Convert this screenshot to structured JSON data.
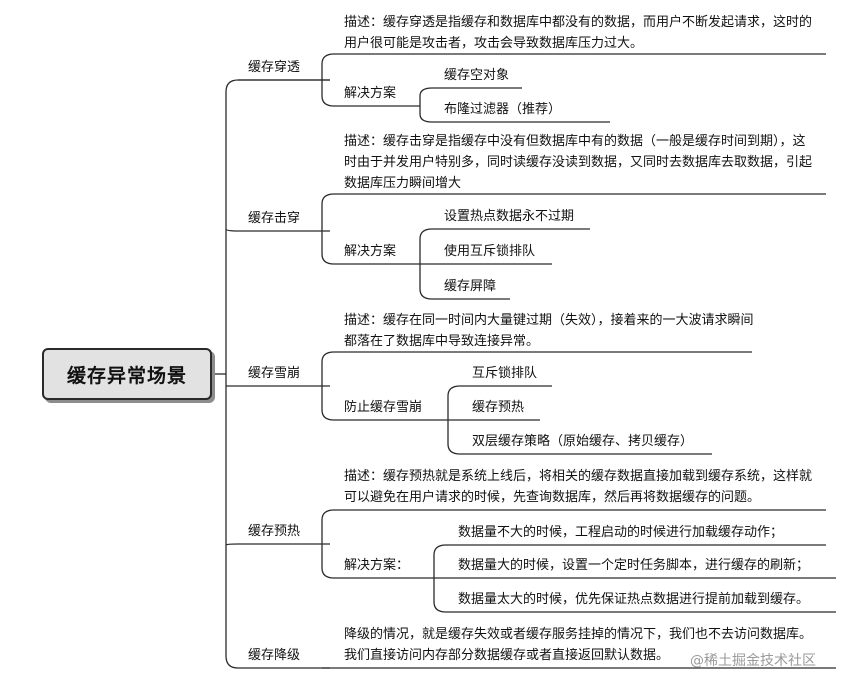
{
  "root": "缓存异常场景",
  "branches": [
    {
      "title": "缓存穿透",
      "description": "描述：缓存穿透是指缓存和数据库中都没有的数据，而用户不断发起请求，这时的用户很可能是攻击者，攻击会导致数据库压力过大。",
      "solution_label": "解决方案",
      "solutions": [
        "缓存空对象",
        "布隆过滤器（推荐）"
      ]
    },
    {
      "title": "缓存击穿",
      "description": "描述：缓存击穿是指缓存中没有但数据库中有的数据（一般是缓存时间到期），这时由于并发用户特别多，同时读缓存没读到数据，又同时去数据库去取数据，引起数据库压力瞬间增大",
      "solution_label": "解决方案",
      "solutions": [
        "设置热点数据永不过期",
        "使用互斥锁排队",
        "缓存屏障"
      ]
    },
    {
      "title": "缓存雪崩",
      "description": "描述：缓存在同一时间内大量键过期（失效），接着来的一大波请求瞬间都落在了数据库中导致连接异常。",
      "solution_label": "防止缓存雪崩",
      "solutions": [
        "互斥锁排队",
        "缓存预热",
        "双层缓存策略（原始缓存、拷贝缓存）"
      ]
    },
    {
      "title": "缓存预热",
      "description": "描述：缓存预热就是系统上线后，将相关的缓存数据直接加载到缓存系统，这样就可以避免在用户请求的时候，先查询数据库，然后再将数据缓存的问题。",
      "solution_label": "解决方案：",
      "solutions": [
        "数据量不大的时候，工程启动的时候进行加载缓存动作；",
        "数据量大的时候，设置一个定时任务脚本，进行缓存的刷新；",
        "数据量太大的时候，优先保证热点数据进行提前加载到缓存。"
      ]
    },
    {
      "title": "缓存降级",
      "description": "降级的情况，就是缓存失效或者缓存服务挂掉的情况下，我们也不去访问数据库。我们直接访问内存部分数据缓存或者直接返回默认数据。"
    }
  ],
  "watermark": "@稀土掘金技术社区"
}
